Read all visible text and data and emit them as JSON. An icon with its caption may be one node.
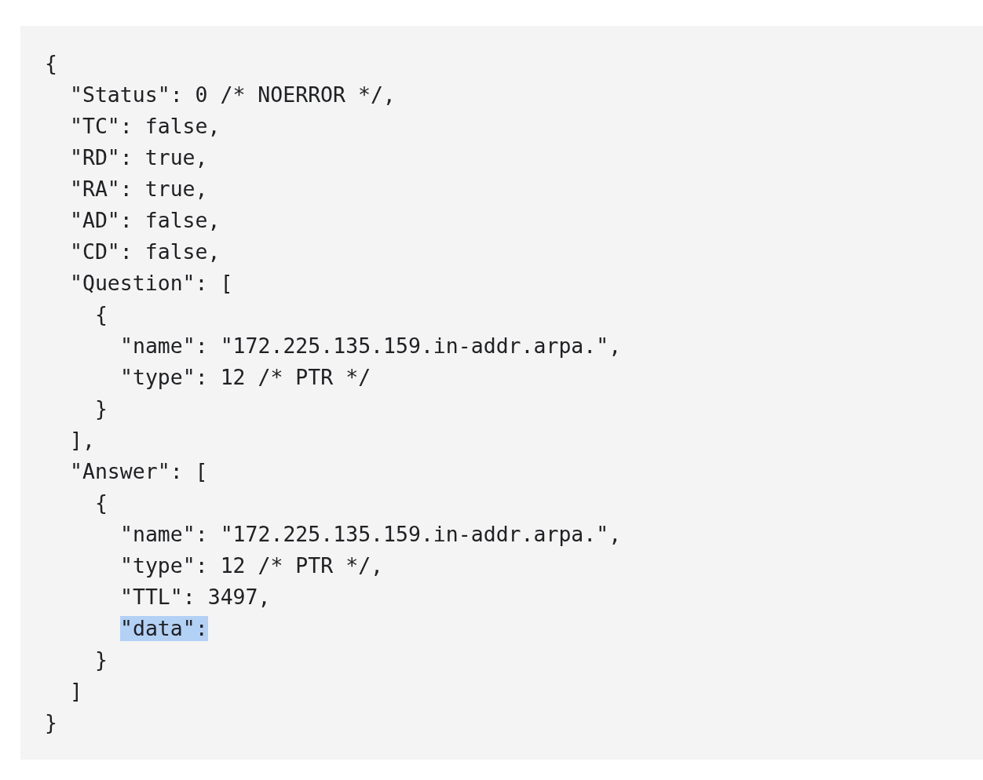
{
  "diagram": {
    "labels": [
      "{",
      "\"Status\": 0 /* NOERROR */,",
      "\"TC\": false,",
      "\"RD\": true,",
      "\"RA\": true,",
      "\"AD\": false,",
      "\"CD\": false,",
      "\"Question\": [",
      "{",
      "\"name\": \"172.225.135.159.in-addr.arpa.\",",
      "\"type\": 12 /* PTR */",
      "}",
      "],",
      "\"Answer\": [",
      "{",
      "\"name\": \"172.225.135.159.in-addr.arpa.\",",
      "\"type\": 12 /* PTR */,",
      "\"TTL\": 3497,",
      "\"data\":",
      "}",
      "]",
      "}"
    ]
  }
}
